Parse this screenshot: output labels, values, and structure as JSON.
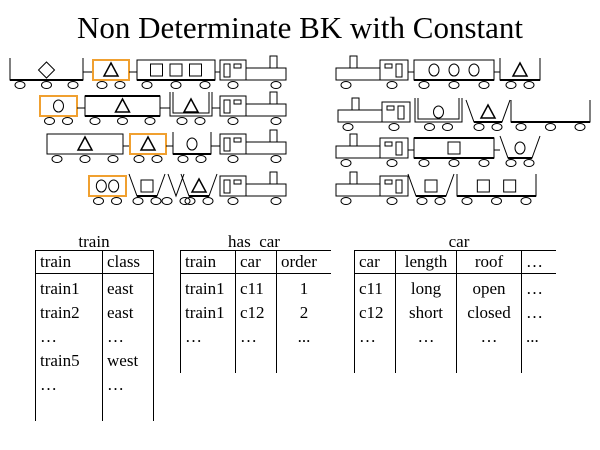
{
  "title": "Non Determinate BK with Constant",
  "colors": {
    "highlight": "#F0A030",
    "line": "#000000"
  },
  "trains_east": [
    {
      "id": "train1",
      "cars": [
        "open-long-diamond",
        "highlighted-short-triangle",
        "long-three-squares",
        "engine"
      ]
    },
    {
      "id": "train2",
      "cars": [
        "highlighted-short-circle",
        "long-triangle",
        "u-shaped-triangle",
        "engine"
      ]
    },
    {
      "id": "train3",
      "cars": [
        "long-triangle",
        "highlighted-short-triangle",
        "short-circle",
        "engine"
      ]
    },
    {
      "id": "train4",
      "cars": [
        "highlighted-short-two-circles",
        "hopper-square",
        "hopper-empty",
        "hopper-triangle",
        "engine"
      ]
    }
  ],
  "trains_west": [
    {
      "id": "train5",
      "cars": [
        "engine",
        "long-three-circles",
        "open-short-triangle"
      ]
    },
    {
      "id": "train6",
      "cars": [
        "engine",
        "u-shaped-circle",
        "hopper-triangle",
        "open-long-empty"
      ]
    },
    {
      "id": "train7",
      "cars": [
        "engine",
        "long-square",
        "hopper-circle"
      ]
    },
    {
      "id": "train8",
      "cars": [
        "engine",
        "hopper-square",
        "open-long-two-squares"
      ]
    }
  ],
  "tables": {
    "train": {
      "title": "train",
      "headers": [
        "train",
        "class"
      ],
      "rows": [
        [
          "train1",
          "east"
        ],
        [
          "train2",
          "east"
        ],
        [
          "…",
          "…"
        ],
        [
          "train5",
          "west"
        ],
        [
          "…",
          "…"
        ],
        [
          "",
          ""
        ]
      ]
    },
    "has_car": {
      "title": "has  car",
      "headers": [
        "train",
        "car",
        "order"
      ],
      "rows": [
        [
          "train1",
          "c11",
          "1"
        ],
        [
          "train1",
          "c12",
          "2"
        ],
        [
          "…",
          "…",
          "..."
        ],
        [
          "",
          "",
          ""
        ]
      ]
    },
    "car": {
      "title": "car",
      "headers": [
        "car",
        "length",
        "roof",
        "…"
      ],
      "rows": [
        [
          "c11",
          "long",
          "open",
          "…"
        ],
        [
          "c12",
          "short",
          "closed",
          "…"
        ],
        [
          "…",
          "…",
          "…",
          "..."
        ],
        [
          "",
          "",
          "",
          ""
        ]
      ]
    }
  }
}
